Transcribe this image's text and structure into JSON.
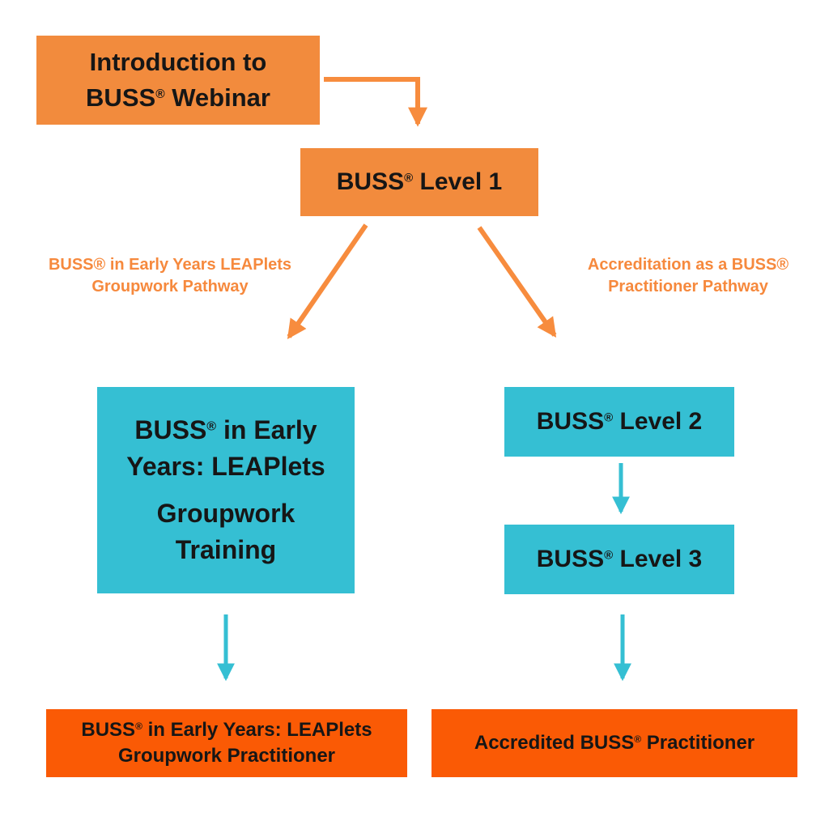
{
  "palette": {
    "background": "#ffffff",
    "node_orange": "#f28b3d",
    "node_orange_bright": "#fa5a05",
    "node_teal": "#35bfd3",
    "arrow_orange": "#f78c3e",
    "arrow_teal": "#35bfd3",
    "pathway_label_orange": "#f6893d",
    "text_black": "#161616"
  },
  "nodes": {
    "intro": {
      "lines": [
        "Introduction to",
        "BUSS® Webinar"
      ]
    },
    "level1": {
      "label": "BUSS® Level 1"
    },
    "training": {
      "para1_lines": [
        "BUSS® in Early",
        "Years: LEAPlets"
      ],
      "para2_lines": [
        "Groupwork",
        "Training"
      ]
    },
    "level2": {
      "label": "BUSS® Level 2"
    },
    "level3": {
      "label": "BUSS® Level 3"
    },
    "groupwork_practitioner": {
      "lines": [
        "BUSS® in Early Years: LEAPlets",
        "Groupwork Practitioner"
      ]
    },
    "accredited_practitioner": {
      "label": "Accredited BUSS® Practitioner"
    }
  },
  "pathway_labels": {
    "left": {
      "lines": [
        "BUSS® in Early Years LEAPlets",
        "Groupwork Pathway"
      ]
    },
    "right": {
      "lines": [
        "Accreditation as a BUSS®",
        "Practitioner Pathway"
      ]
    }
  }
}
